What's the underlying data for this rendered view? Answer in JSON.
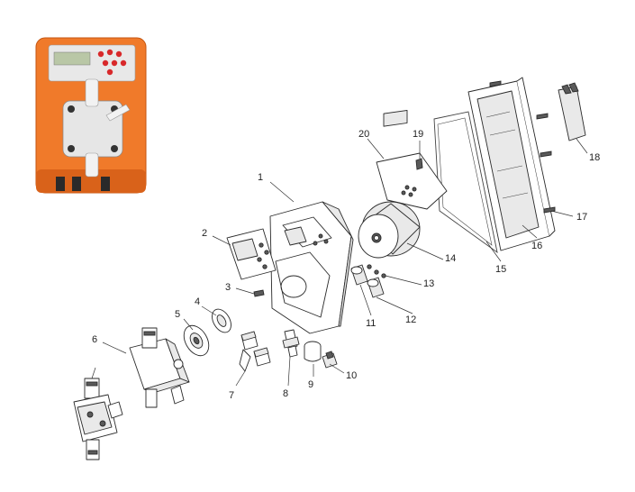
{
  "product_photo": {
    "body_color": "#f07a2a",
    "body_dark": "#d9621a",
    "panel_color": "#e8e8e8",
    "button_color": "#d8282a"
  },
  "diagram": {
    "callouts": [
      "1",
      "2",
      "3",
      "4",
      "5",
      "6",
      "7",
      "8",
      "9",
      "10",
      "11",
      "12",
      "13",
      "14",
      "15",
      "16",
      "17",
      "18",
      "19",
      "20"
    ]
  }
}
